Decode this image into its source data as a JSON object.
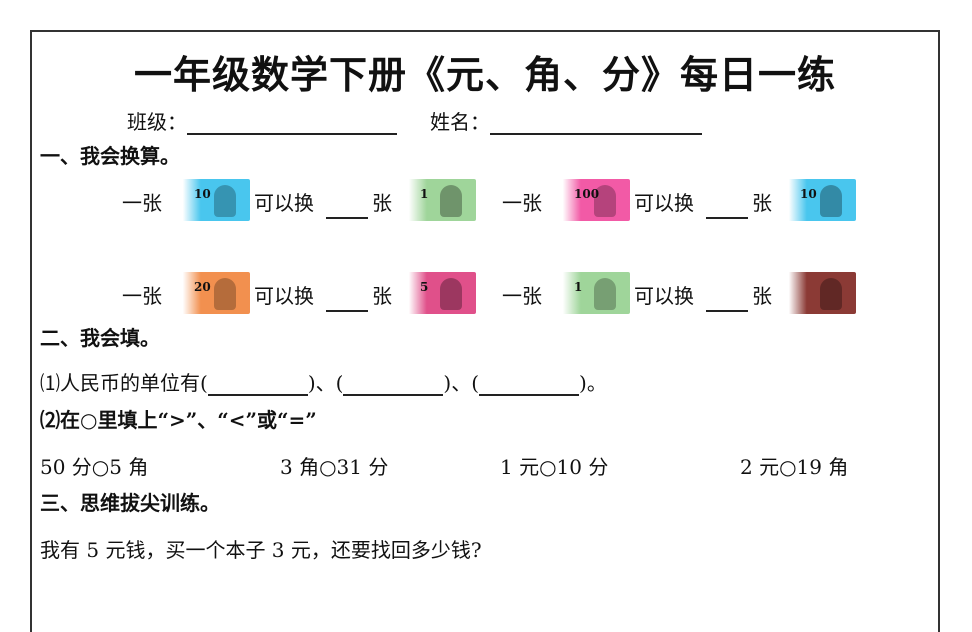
{
  "title": "一年级数学下册《元、角、分》每日一练",
  "class_label": "班级：",
  "name_label": "姓名：",
  "section1": {
    "heading": "一、我会换算。",
    "one": "一张",
    "can_exchange": "可以换",
    "sheet": "张",
    "rows": [
      [
        {
          "from": "10",
          "from_color": "#49c6ee",
          "to": "1",
          "to_color": "#9fd59a"
        },
        {
          "from": "100",
          "from_color": "#f25aa6",
          "to": "10",
          "to_color": "#49c6ee"
        }
      ],
      [
        {
          "from": "20",
          "from_color": "#f2904f",
          "to": "5",
          "to_color": "#e0508a"
        },
        {
          "from": "1",
          "from_color": "#9fd59a",
          "to": "",
          "to_color": "#8b3a35"
        }
      ]
    ]
  },
  "section2": {
    "heading": "二、我会填。",
    "q1": {
      "text": "⑴人民币的单位有(",
      "sep1": ")、(",
      "sep2": ")、(",
      "end": ")。"
    },
    "q2": "⑵在○里填上“>”、“<”或“=”",
    "comparisons": [
      "50 分○5 角",
      "3 角○31 分",
      "1 元○10 分",
      "2 元○19 角"
    ]
  },
  "section3": {
    "heading": "三、思维拔尖训练。",
    "question": "我有  5  元钱，买一个本子  3  元，还要找回多少钱?"
  }
}
